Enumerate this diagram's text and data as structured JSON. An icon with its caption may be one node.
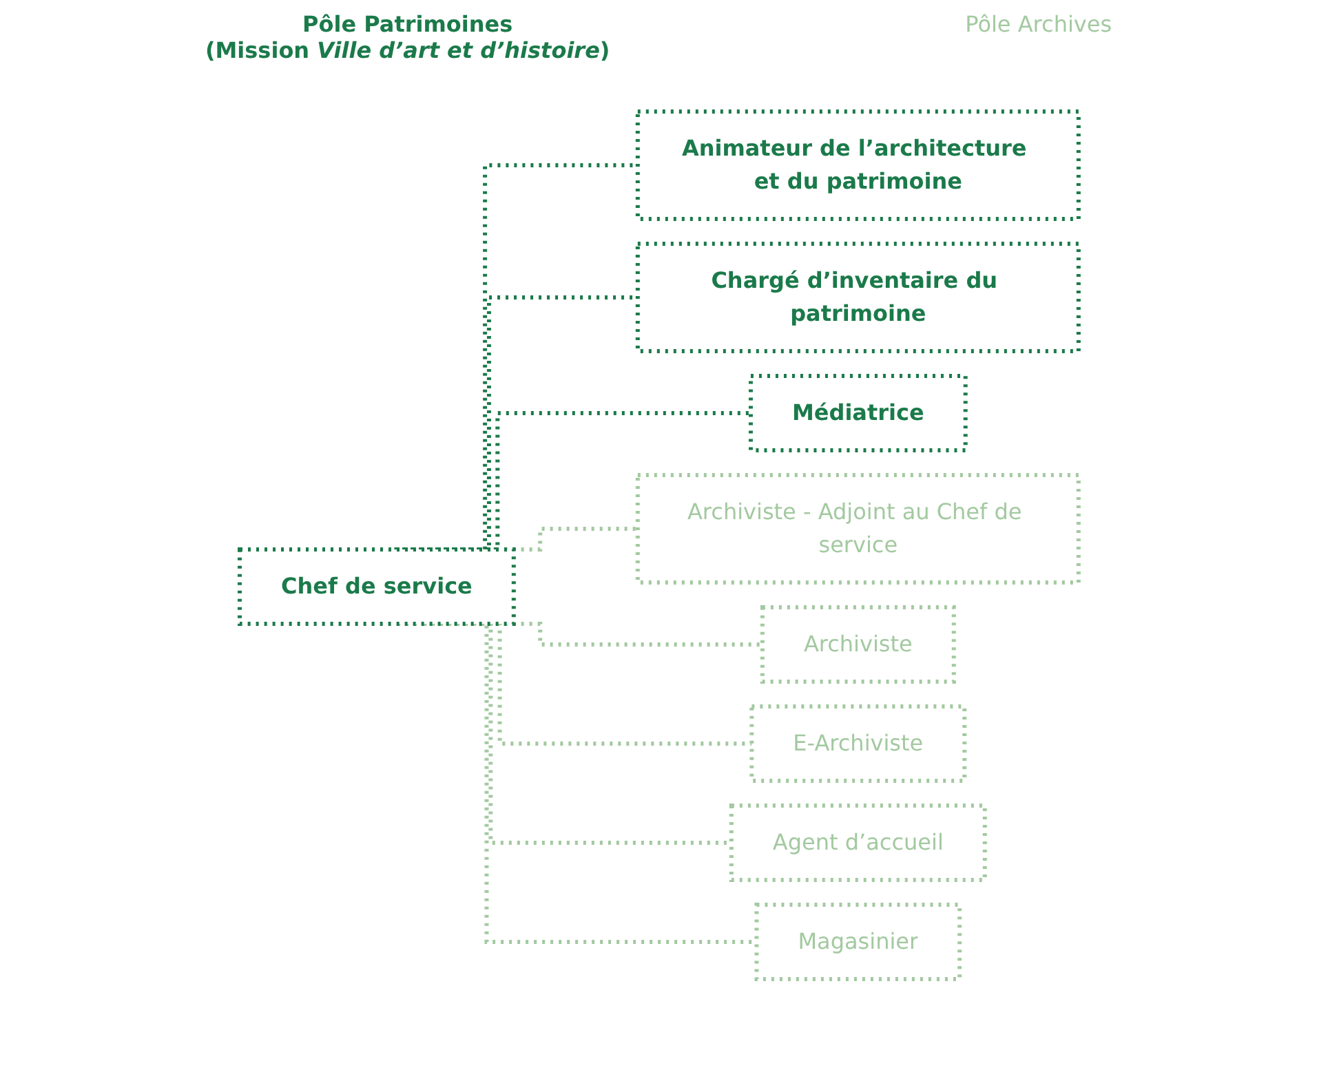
{
  "diagram": {
    "nodes": [
      {
        "text": [
          "Chef de service"
        ]
      },
      {
        "text": [
          "Animateur de l’architecture et du patrimoine"
        ]
      },
      {
        "text": [
          "Chargé d’inventaire du patrimoine"
        ]
      },
      {
        "text": [
          "Médiatrice"
        ]
      },
      {
        "text": [
          "Archiviste - Adjoint au Chef de service"
        ]
      },
      {
        "text": [
          "Archiviste"
        ]
      },
      {
        "text": [
          "E-Archiviste"
        ]
      },
      {
        "text": [
          "Agent d’accueil"
        ]
      },
      {
        "text": [
          "Magasinier"
        ]
      }
    ],
    "edges": [
      {
        "from": 0,
        "to": 1,
        "arrow": "none",
        "style": "dashed",
        "color": "#1b7a4a"
      },
      {
        "from": 0,
        "to": 2,
        "arrow": "none",
        "style": "dashed",
        "color": "#1b7a4a"
      },
      {
        "from": 0,
        "to": 3,
        "arrow": "none",
        "style": "dashed",
        "color": "#1b7a4a"
      },
      {
        "from": 0,
        "to": 4,
        "arrow": "none",
        "style": "dashed"
      },
      {
        "from": 0,
        "to": 5,
        "arrow": "none",
        "style": "dashed"
      },
      {
        "from": 0,
        "to": 6,
        "arrow": "none",
        "style": "dashed"
      },
      {
        "from": 0,
        "to": 7,
        "arrow": "none",
        "style": "dashed"
      },
      {
        "from": 0,
        "to": 8,
        "arrow": "none",
        "style": "dashed"
      }
    ],
    "labels": [
      "Pôle Patrimoines",
      "(Mission *Ville d’art et d’histoire*)",
      "Pôle Archives"
    ]
  }
}
